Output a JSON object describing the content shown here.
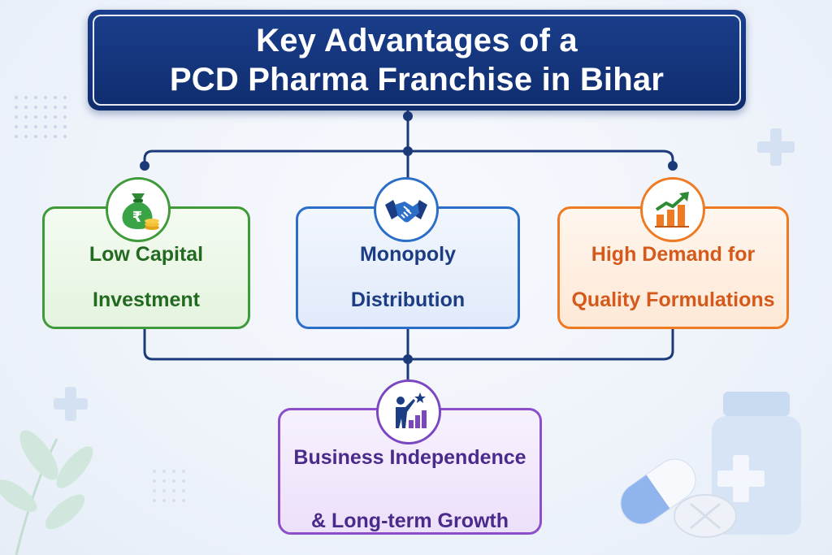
{
  "title": {
    "line1": "Key Advantages of a",
    "line2": "PCD Pharma Franchise in Bihar"
  },
  "advantages": [
    {
      "line1": "Low Capital",
      "line2": "Investment",
      "icon": "money-bag-rupee-icon",
      "color": "#3f9a3a"
    },
    {
      "line1": "Monopoly",
      "line2": "Distribution",
      "icon": "handshake-icon",
      "color": "#2b6ec8"
    },
    {
      "line1": "High Demand for",
      "line2": "Quality Formulations",
      "icon": "growth-chart-icon",
      "color": "#ee7a23"
    },
    {
      "line1": "Business Independence",
      "line2": "& Long-term Growth",
      "icon": "person-growth-star-icon",
      "color": "#8a4fc9"
    }
  ],
  "colors": {
    "title_bg": "#0f2c6e",
    "connector": "#1b3a7a"
  }
}
